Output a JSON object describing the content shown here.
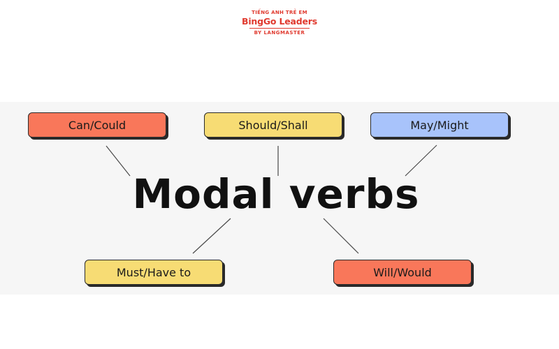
{
  "logo": {
    "top_text": "TIẾNG ANH TRẺ EM",
    "main_text": "BingGo Leaders",
    "bottom_text": "BY LANGMASTER"
  },
  "diagram": {
    "center": "Modal verbs",
    "nodes": {
      "can_could": "Can/Could",
      "should_shall": "Should/Shall",
      "may_might": "May/Might",
      "must_have_to": "Must/Have to",
      "will_would": "Will/Would"
    }
  },
  "colors": {
    "red_box": "#f9775a",
    "yellow_box": "#f7dc74",
    "blue_box": "#a8c3fb",
    "logo_red": "#e03a2f",
    "panel_bg": "#f6f6f6"
  }
}
